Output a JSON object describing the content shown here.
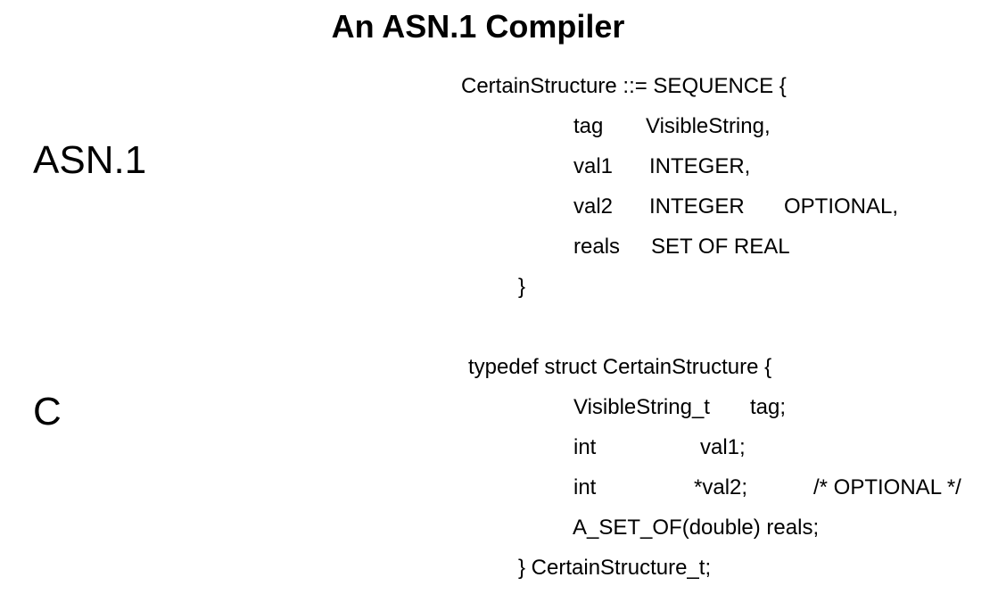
{
  "title": "An ASN.1 Compiler",
  "labels": {
    "asn1": "ASN.1",
    "c": "C"
  },
  "asn1_code": {
    "line1": "CertainStructure ::= SEQUENCE {",
    "fields": [
      {
        "name": "tag",
        "type": "VisibleString,",
        "modifier": ""
      },
      {
        "name": "val1",
        "type": "INTEGER,",
        "modifier": ""
      },
      {
        "name": "val2",
        "type": "INTEGER",
        "modifier": "OPTIONAL,"
      },
      {
        "name": "reals",
        "type": "SET OF REAL",
        "modifier": ""
      }
    ],
    "close": "}"
  },
  "c_code": {
    "line1": "typedef struct CertainStructure {",
    "fields": [
      {
        "type": "VisibleString_t",
        "name": "tag;",
        "comment": ""
      },
      {
        "type": "int",
        "name": "val1;",
        "comment": ""
      },
      {
        "type": "int",
        "name": "*val2;",
        "comment": "/* OPTIONAL */"
      }
    ],
    "line5": "A_SET_OF(double) reals;",
    "close": "} CertainStructure_t;"
  }
}
